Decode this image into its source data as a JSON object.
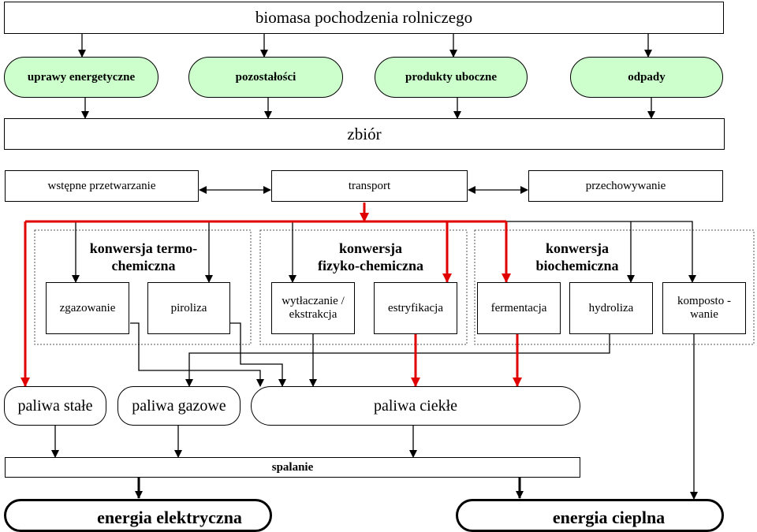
{
  "diagram": {
    "source": "biomasa pochodzenia rolniczego",
    "sources": [
      "uprawy energetyczne",
      "pozostałości",
      "produkty uboczne",
      "odpady"
    ],
    "collection": "zbiór",
    "steps": [
      "wstępne przetwarzanie",
      "transport",
      "przechowywanie"
    ],
    "groups": {
      "thermo": "konwersja termo-\nchemiczna",
      "physico": "konwersja\nfizyko-chemiczna",
      "bio": "konwersja\nbiochemiczna"
    },
    "processes": {
      "gasification": "zgazowanie",
      "pyrolysis": "piroliza",
      "extraction": "wytłaczanie /\nekstrakcja",
      "esterification": "estryfikacja",
      "fermentation": "fermentacja",
      "hydrolysis": "hydroliza",
      "composting": "komposto -\nwanie"
    },
    "fuels": [
      "paliwa stałe",
      "paliwa gazowe",
      "paliwa ciekłe"
    ],
    "combustion": "spalanie",
    "outputs": [
      "energia elektryczna",
      "energia cieplna"
    ],
    "colors": {
      "source_fill": "#ccffcc",
      "highlight_arrow": "#e00000",
      "line": "#000000"
    }
  }
}
